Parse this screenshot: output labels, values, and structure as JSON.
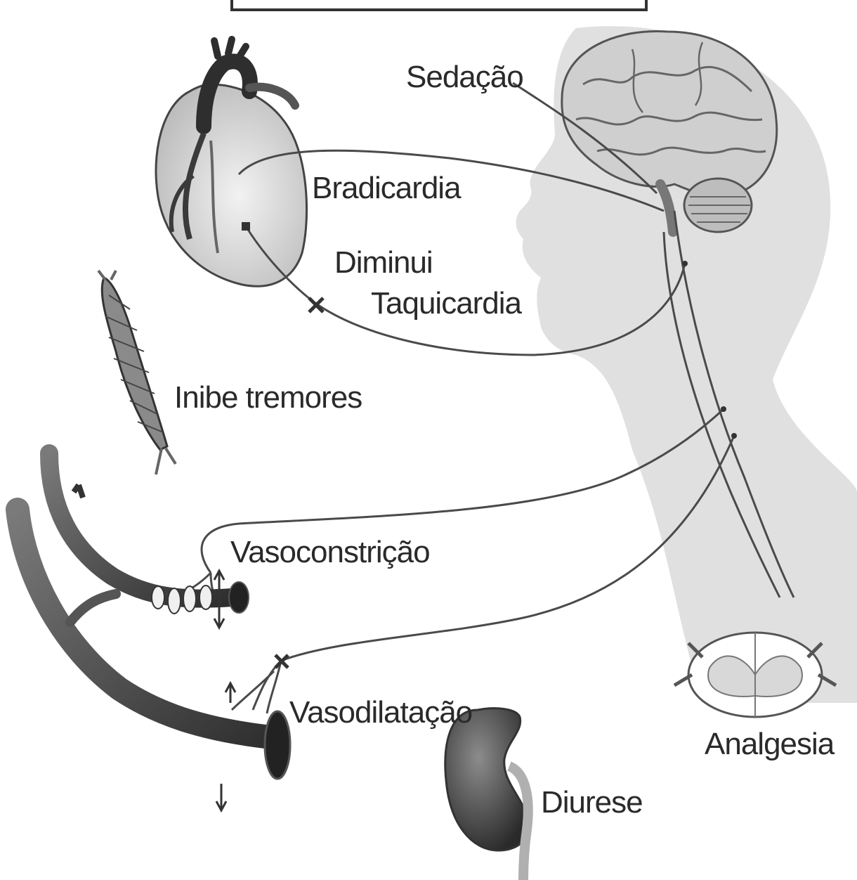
{
  "labels": {
    "sedacao": "Sedação",
    "bradicardia": "Bradicardia",
    "diminui": "Diminui",
    "taquicardia": "Taquicardia",
    "inibe_tremores": "Inibe tremores",
    "vasoconstricao": "Vasoconstrição",
    "vasodilatacao": "Vasodilatação",
    "diurese": "Diurese",
    "analgesia": "Analgesia"
  },
  "icons": [
    "head-silhouette-icon",
    "brain-icon",
    "heart-icon",
    "muscle-icon",
    "blood-vessel-icon",
    "kidney-icon",
    "spinal-cord-section-icon"
  ],
  "colors": {
    "silhouette": "#e0e0e0",
    "line": "#4a4a4a",
    "organ_dark": "#3a3a3a",
    "organ_light": "#d4d4d4"
  }
}
